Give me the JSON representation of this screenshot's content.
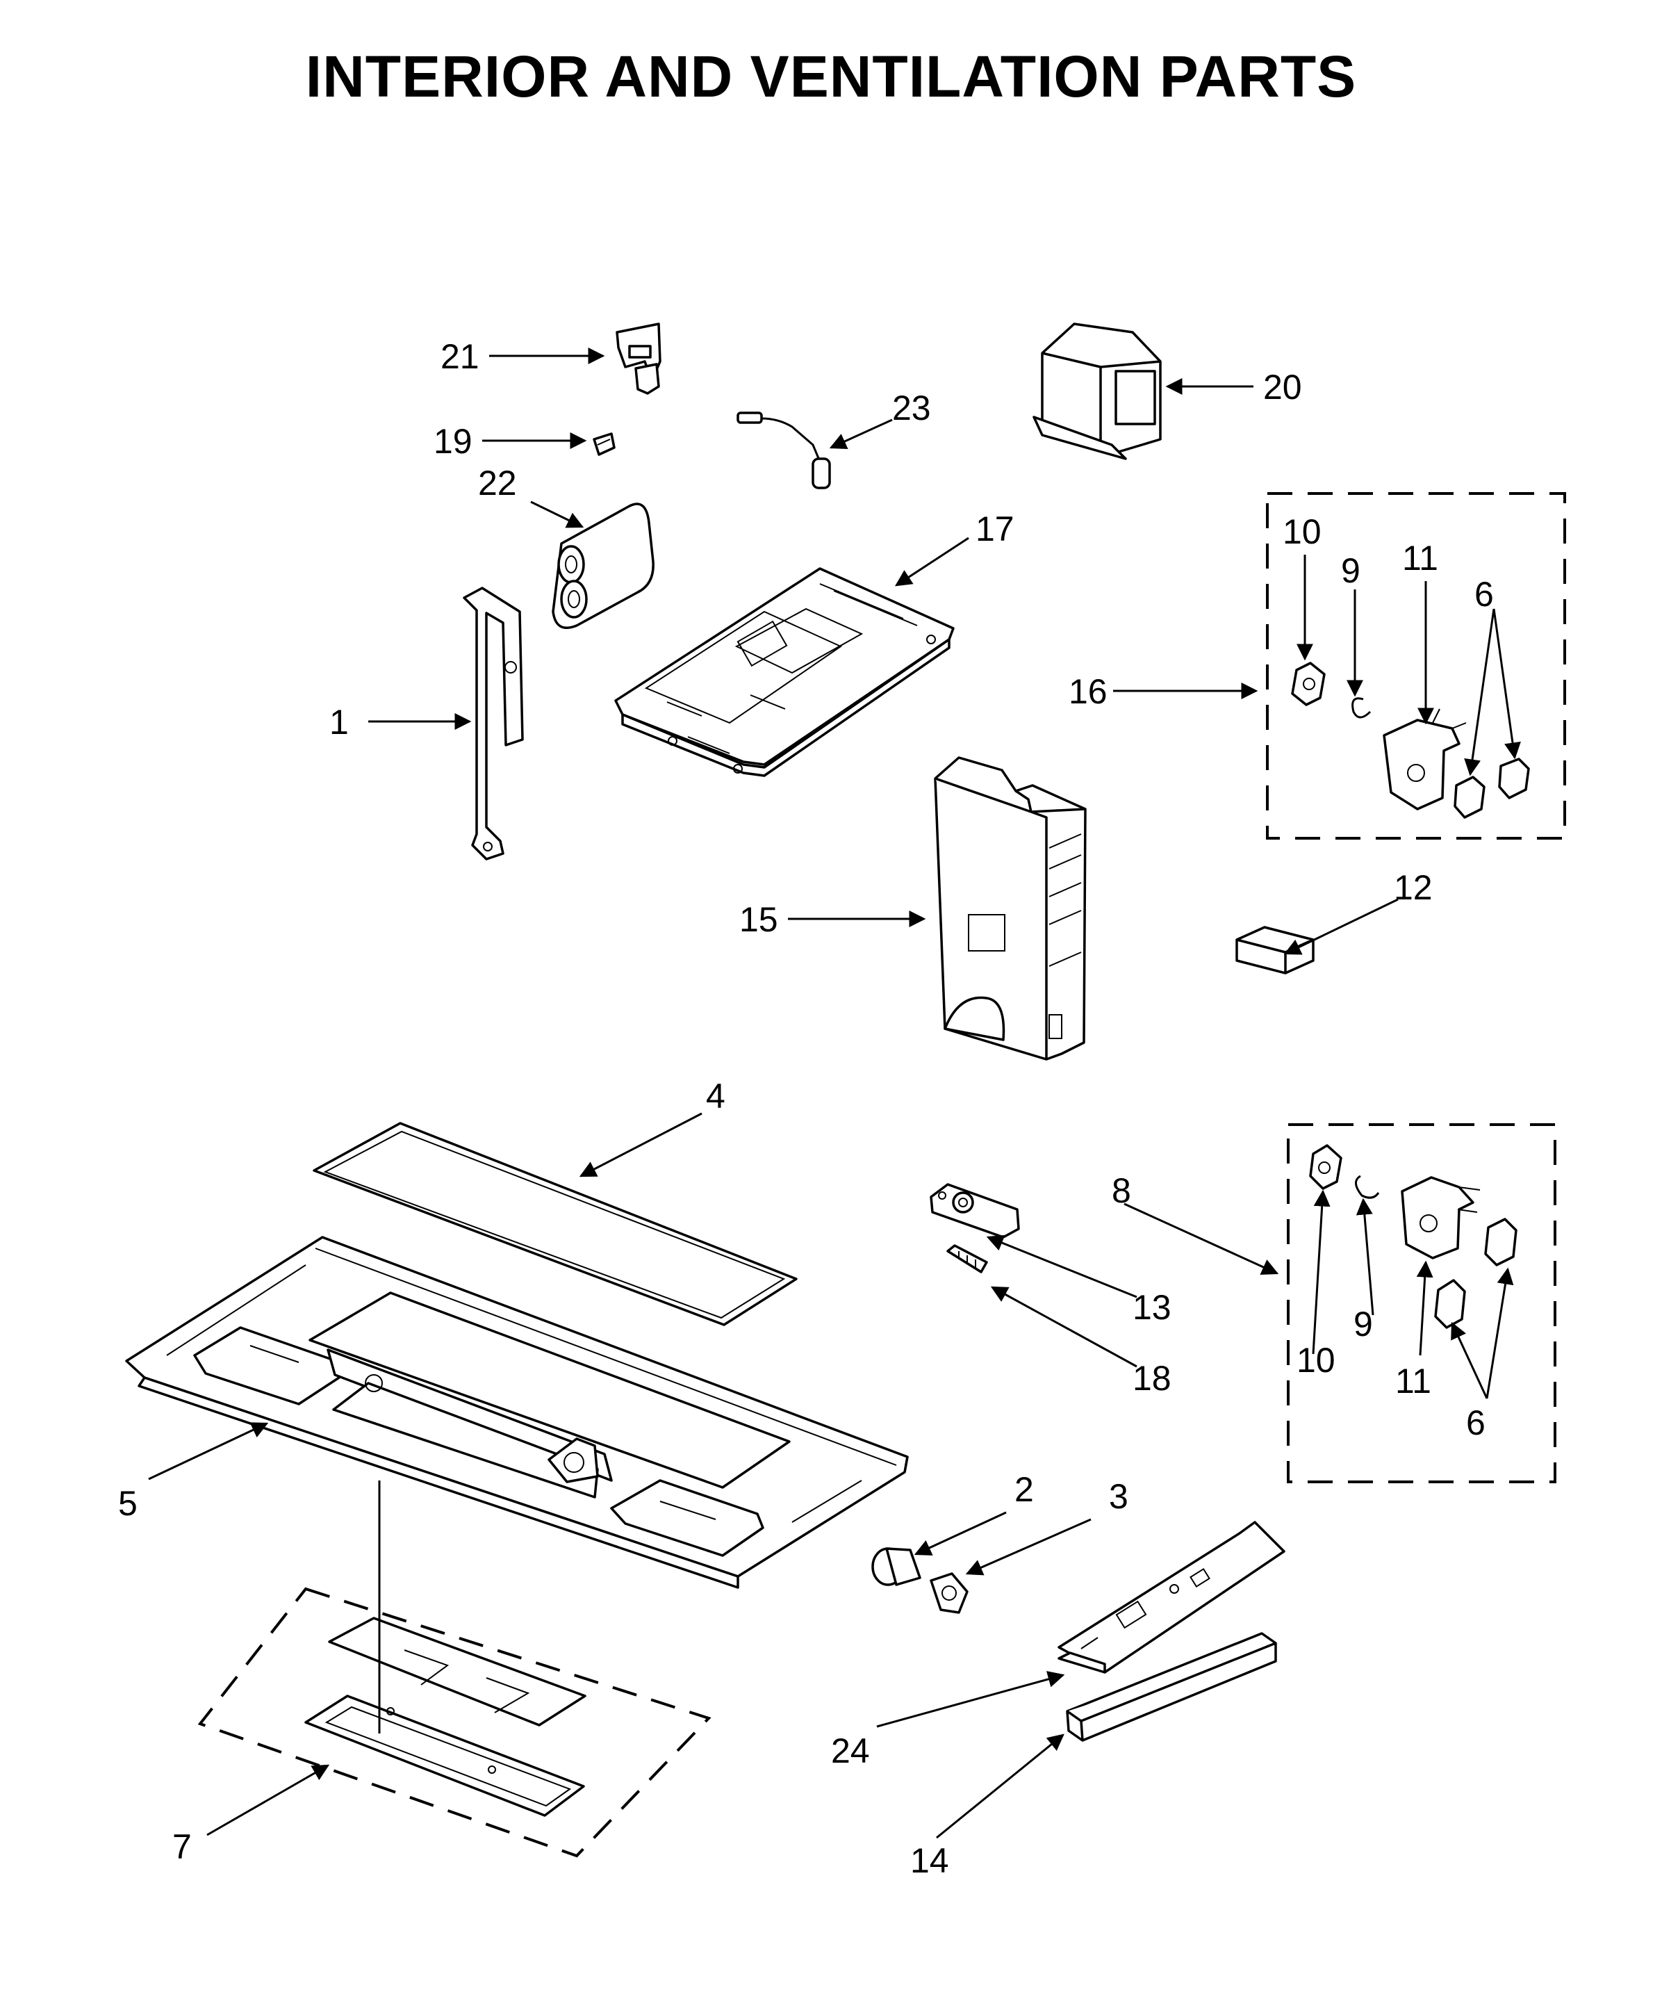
{
  "title": "INTERIOR AND VENTILATION PARTS",
  "callouts": [
    "1",
    "2",
    "3",
    "4",
    "5",
    "6",
    "6",
    "7",
    "8",
    "9",
    "9",
    "10",
    "10",
    "11",
    "11",
    "12",
    "13",
    "14",
    "15",
    "16",
    "17",
    "18",
    "19",
    "20",
    "21",
    "22",
    "23",
    "24"
  ]
}
